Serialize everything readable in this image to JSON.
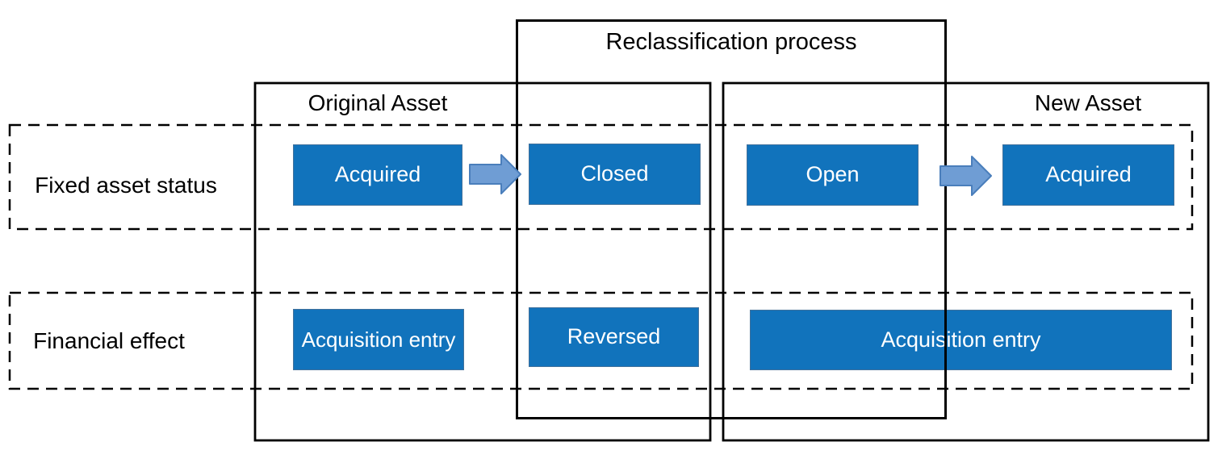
{
  "diagram": {
    "title": "Reclassification process",
    "column_headers": {
      "original": "Original Asset",
      "new": "New Asset"
    },
    "row_labels": {
      "status": "Fixed asset status",
      "financial": "Financial effect"
    },
    "status_row": {
      "original_state": "Acquired",
      "closed_state": "Closed",
      "open_state": "Open",
      "new_state": "Acquired"
    },
    "financial_row": {
      "original_entry": "Acquisition entry",
      "reversed_entry": "Reversed",
      "new_entry": "Acquisition entry"
    }
  },
  "colors": {
    "node_fill": "#1173BC",
    "node_border": "#41719C",
    "node_text": "#FFFFFF",
    "arrow_fill": "#6F9DD4",
    "arrow_border": "#4A7EBB",
    "frame_line": "#000000",
    "label_text": "#000000",
    "background": "#FFFFFF"
  }
}
